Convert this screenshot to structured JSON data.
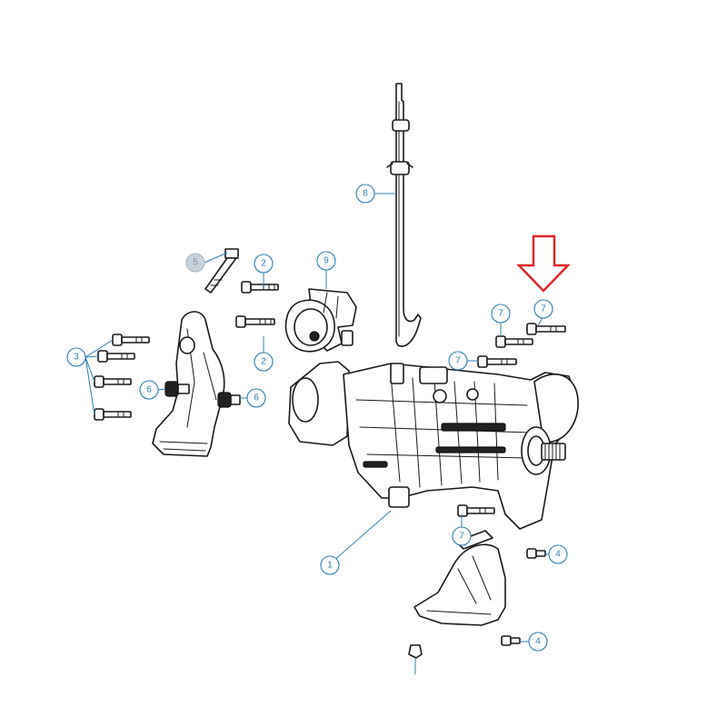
{
  "callouts": {
    "c1": "1",
    "c2a": "2",
    "c2b": "2",
    "c3": "3",
    "c4a": "4",
    "c4b": "4",
    "c5": "5",
    "c6a": "6",
    "c6b": "6",
    "c7a": "7",
    "c7b": "7",
    "c7c": "7",
    "c7d": "7",
    "c8": "8",
    "c9": "9"
  },
  "colors": {
    "callout_blue": "#2f7fb0",
    "highlight_arrow": "#e0262b",
    "line_art": "#1a1a1a"
  },
  "highlighted_callout": "7",
  "icons": {
    "pointer": "down-arrow-icon"
  }
}
